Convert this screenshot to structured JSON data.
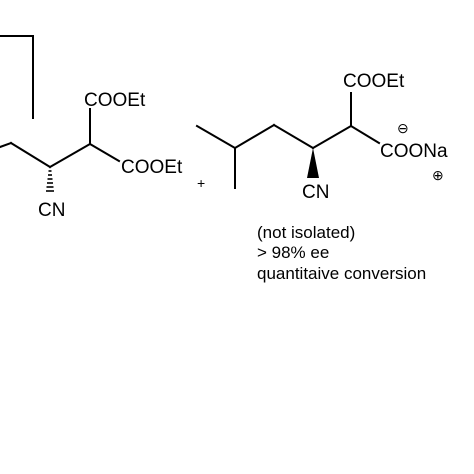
{
  "compound_left": {
    "ester_top": "COOEt",
    "ester_right": "COOEt",
    "nitrile": "CN"
  },
  "plus_sign": "+",
  "compound_right": {
    "ester_top": "COOEt",
    "carboxylate": "COONa",
    "minus_charge": "⊖",
    "plus_charge": "⊕",
    "nitrile": "CN"
  },
  "notes": [
    "(not isolated)",
    "> 98% ee",
    "quantitaive conversion"
  ]
}
